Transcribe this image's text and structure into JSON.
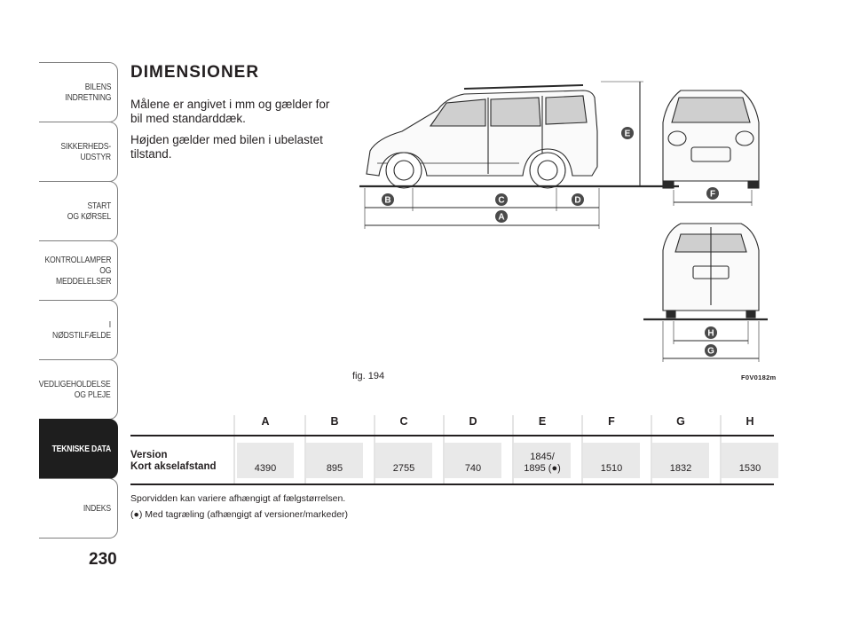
{
  "sidebar": {
    "tabs": [
      {
        "label": "BILENS\nINDRETNING",
        "active": false
      },
      {
        "label": "SIKKERHEDS-\nUDSTYR",
        "active": false
      },
      {
        "label": "START\nOG KØRSEL",
        "active": false
      },
      {
        "label": "KONTROLLAMPER\nOG MEDDELELSER",
        "active": false
      },
      {
        "label": "I NØDSTILFÆLDE",
        "active": false
      },
      {
        "label": "VEDLIGEHOLDELSE\nOG PLEJE",
        "active": false
      },
      {
        "label": "TEKNISKE DATA",
        "active": true
      },
      {
        "label": "INDEKS",
        "active": false
      }
    ]
  },
  "page": {
    "number": "230",
    "title": "DIMENSIONER",
    "intro": [
      "Målene er angivet i mm og gælder for bil med standarddæk.",
      "Højden gælder med bilen i ubelastet tilstand."
    ]
  },
  "figure": {
    "caption": "fig. 194",
    "code": "F0V0182m",
    "markers": [
      "A",
      "B",
      "C",
      "D",
      "E",
      "F",
      "G",
      "H"
    ]
  },
  "table": {
    "columns": [
      "A",
      "B",
      "C",
      "D",
      "E",
      "F",
      "G",
      "H"
    ],
    "row_label_1": "Version",
    "row_label_2": "Kort akselafstand",
    "values": [
      "4390",
      "895",
      "2755",
      "740",
      "1845/\n1895 (●)",
      "1510",
      "1832",
      "1530"
    ]
  },
  "notes": {
    "note1": "Sporvidden kan variere afhængigt af fælgstørrelsen.",
    "note2": "(●) Med tagræling (afhængigt af versioner/markeder)"
  }
}
